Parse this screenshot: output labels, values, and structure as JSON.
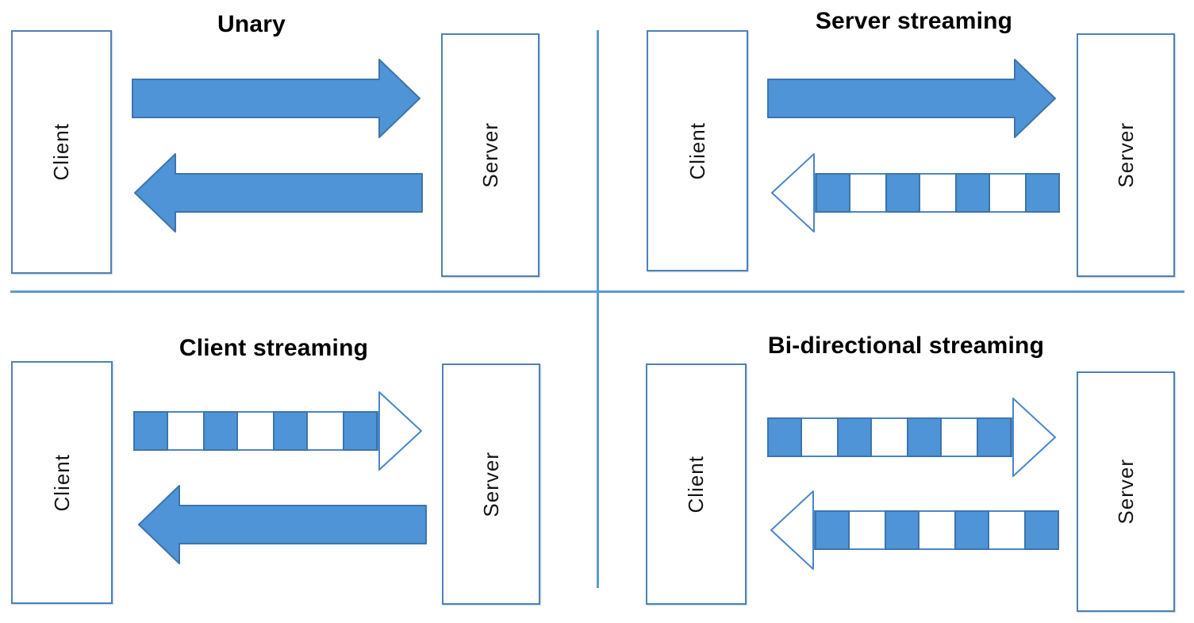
{
  "diagram": {
    "colors": {
      "arrow_fill": "#4e94d7",
      "arrow_stroke": "#3e74ac",
      "stream_outline": "#4a86c8",
      "stream_gap": "#ffffff",
      "box_border": "#4f81b5",
      "divider": "#5b9bd5",
      "title_text": "#000000",
      "label_text": "#141414"
    },
    "quadrants": [
      {
        "id": "unary",
        "title": "Unary",
        "left_entity": "Client",
        "right_entity": "Server",
        "arrows": [
          {
            "direction": "right",
            "style": "solid"
          },
          {
            "direction": "left",
            "style": "solid"
          }
        ]
      },
      {
        "id": "server-streaming",
        "title": "Server streaming",
        "left_entity": "Client",
        "right_entity": "Server",
        "arrows": [
          {
            "direction": "right",
            "style": "solid"
          },
          {
            "direction": "left",
            "style": "segmented"
          }
        ]
      },
      {
        "id": "client-streaming",
        "title": "Client streaming",
        "left_entity": "Client",
        "right_entity": "Server",
        "arrows": [
          {
            "direction": "right",
            "style": "segmented"
          },
          {
            "direction": "left",
            "style": "solid"
          }
        ]
      },
      {
        "id": "bidirectional",
        "title": "Bi-directional streaming",
        "left_entity": "Client",
        "right_entity": "Server",
        "arrows": [
          {
            "direction": "right",
            "style": "segmented"
          },
          {
            "direction": "left",
            "style": "segmented"
          }
        ]
      }
    ]
  }
}
